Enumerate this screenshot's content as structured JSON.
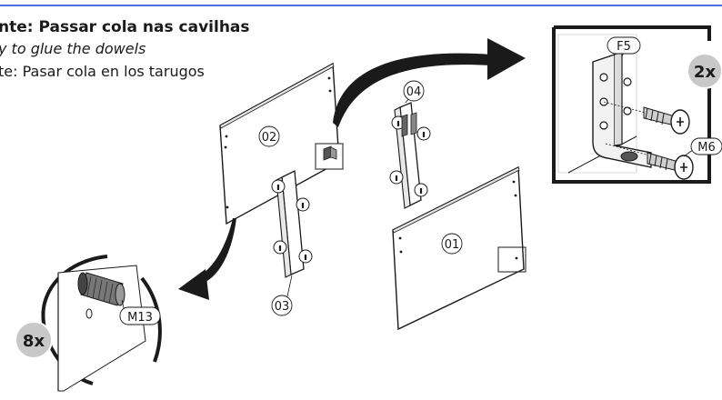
{
  "instructions": {
    "line_pt": "nte: Passar cola nas cavilhas",
    "line_en": "y to glue the dowels",
    "line_es": "te: Pasar cola en los tarugos"
  },
  "parts": {
    "p01": "01",
    "p02": "02",
    "p03": "03",
    "p04": "04"
  },
  "hardware": {
    "bracket": "F5",
    "screw": "M6",
    "dowel": "M13"
  },
  "quantities": {
    "screws": "2x",
    "dowels": "8x"
  },
  "colors": {
    "top_rule": "#1f3fd1",
    "line": "#1a1a1a",
    "badge": "#c8c8c8",
    "panel": "#ffffff"
  }
}
